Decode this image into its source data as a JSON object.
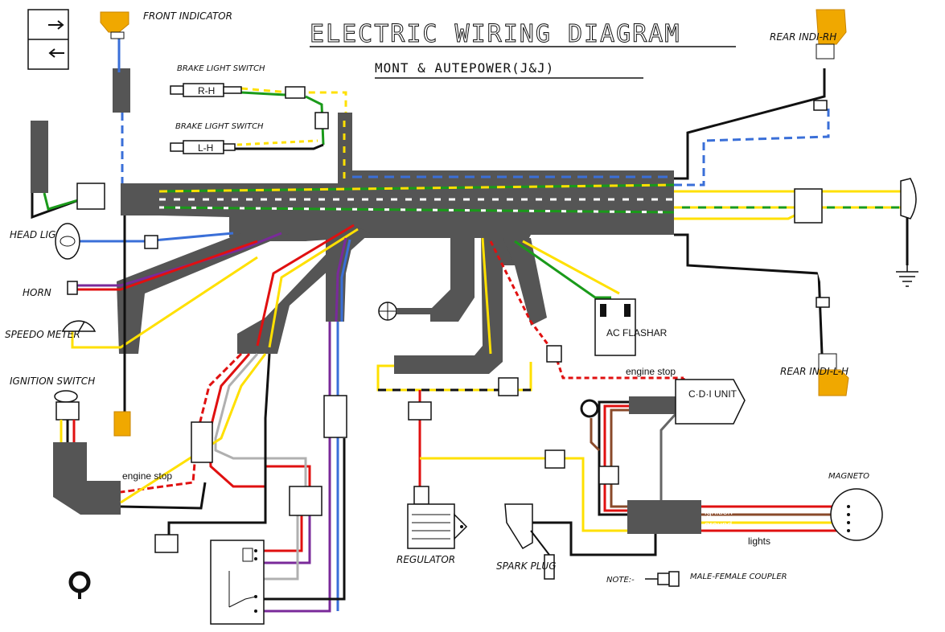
{
  "title": "ELECTRIC WIRING DIAGRAM",
  "subtitle": "MONT & AUTEPOWER(J&J)",
  "components": {
    "front_indicator": "FRONT INDICATOR",
    "brake_light_switch_rh": "BRAKE LIGHT SWITCH",
    "brake_switch_rh_tag": "R-H",
    "brake_light_switch_lh": "BRAKE LIGHT SWITCH",
    "brake_switch_lh_tag": "L-H",
    "rear_indi_rh": "REAR INDI-RH",
    "rear_indi_lh": "REAR INDI-L-H",
    "head_light": "HEAD LIGHT",
    "horn": "HORN",
    "speedo_meter": "SPEEDO METER",
    "ignition_switch": "IGNITION SWITCH",
    "ac_flashar": "AC FLASHAR",
    "cdi_unit": "C·D·I UNIT",
    "magneto": "MAGNETO",
    "regulator": "REGULATOR",
    "spark_plug": "SPARK PLUG",
    "note": "NOTE:-",
    "male_female_coupler": "MALE-FEMALE COUPLER"
  },
  "wire_labels": {
    "engine_stop_top": "engine stop",
    "engine_stop_bottom": "engine stop",
    "ignition": "ignition",
    "ground": "ground",
    "lights": "lights"
  },
  "colors": {
    "harness": "#555555",
    "indicator_boot": "#f0a800",
    "wire_yellow": "#ffe000",
    "wire_green": "#1a9a1a",
    "wire_red": "#e01010",
    "wire_blue": "#3a6fd8",
    "wire_purple": "#7a2a9a",
    "wire_brown": "#8a4a2a",
    "wire_gray": "#b0b0b0",
    "wire_black": "#111111"
  }
}
